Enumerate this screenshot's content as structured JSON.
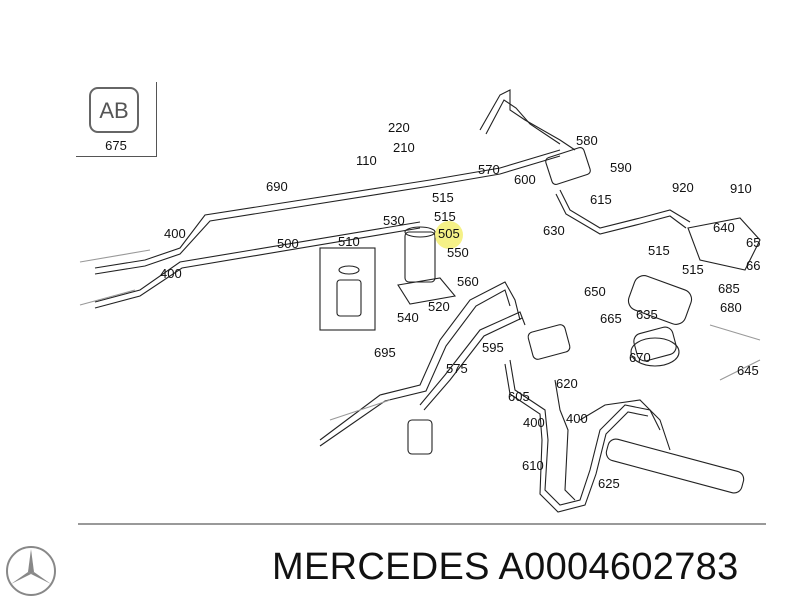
{
  "ab_icon": {
    "text": "AB",
    "number": "675"
  },
  "caption": "MERCEDES A0004602783",
  "highlight_color": "#f4f07a",
  "labels": [
    "220",
    "210",
    "110",
    "580",
    "590",
    "570",
    "600",
    "920",
    "690",
    "515",
    "910",
    "530",
    "515",
    "505",
    "615",
    "640",
    "65",
    "400",
    "500",
    "510",
    "550",
    "630",
    "515",
    "515",
    "66",
    "400",
    "560",
    "650",
    "685",
    "540",
    "520",
    "665",
    "635",
    "680",
    "695",
    "595",
    "670",
    "575",
    "620",
    "645",
    "605",
    "400",
    "400",
    "610",
    "625"
  ]
}
